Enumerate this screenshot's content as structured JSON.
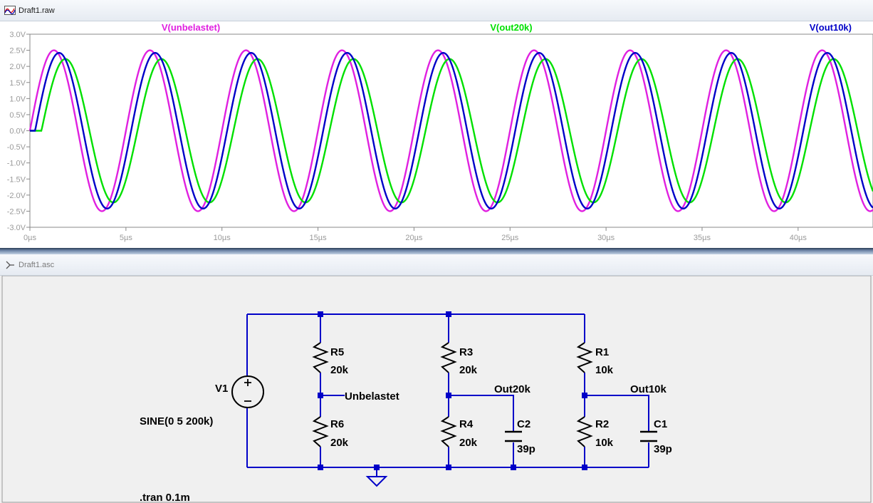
{
  "plot_window": {
    "title": "Draft1.raw",
    "icon": "waveform-viewer-icon"
  },
  "schematic_window": {
    "title": "Draft1.asc",
    "icon": "schematic-editor-icon"
  },
  "chart_data": {
    "type": "line",
    "xlabel": "",
    "ylabel": "",
    "x_ticks": [
      "0µs",
      "5µs",
      "10µs",
      "15µs",
      "20µs",
      "25µs",
      "30µs",
      "35µs",
      "40µs"
    ],
    "y_ticks": [
      "3.0V",
      "2.5V",
      "2.0V",
      "1.5V",
      "1.0V",
      "0.5V",
      "0.0V",
      "-0.5V",
      "-1.0V",
      "-1.5V",
      "-2.0V",
      "-2.5V",
      "-3.0V"
    ],
    "xlim_us": [
      0,
      43.9
    ],
    "ylim": [
      -3.0,
      3.0
    ],
    "grid": false,
    "legend": "top",
    "frequency_hz": 200000,
    "series": [
      {
        "name": "V(unbelastet)",
        "color": "#e020e0",
        "amplitude": 2.5,
        "phase_us": 0.0
      },
      {
        "name": "V(out20k)",
        "color": "#00e000",
        "amplitude": 2.23,
        "phase_us": 0.6
      },
      {
        "name": "V(out10k)",
        "color": "#0000c8",
        "amplitude": 2.42,
        "phase_us": 0.27
      }
    ]
  },
  "schematic": {
    "source": {
      "name": "V1",
      "value": "SINE(0 5 200k)"
    },
    "directive": ".tran 0.1m",
    "components": [
      {
        "name": "R5",
        "value": "20k"
      },
      {
        "name": "R6",
        "value": "20k"
      },
      {
        "name": "R3",
        "value": "20k"
      },
      {
        "name": "R4",
        "value": "20k"
      },
      {
        "name": "C2",
        "value": "39p"
      },
      {
        "name": "R1",
        "value": "10k"
      },
      {
        "name": "R2",
        "value": "10k"
      },
      {
        "name": "C1",
        "value": "39p"
      }
    ],
    "net_labels": {
      "unbelastet": "Unbelastet",
      "out20k": "Out20k",
      "out10k": "Out10k"
    },
    "wire_color": "#0000c8"
  }
}
